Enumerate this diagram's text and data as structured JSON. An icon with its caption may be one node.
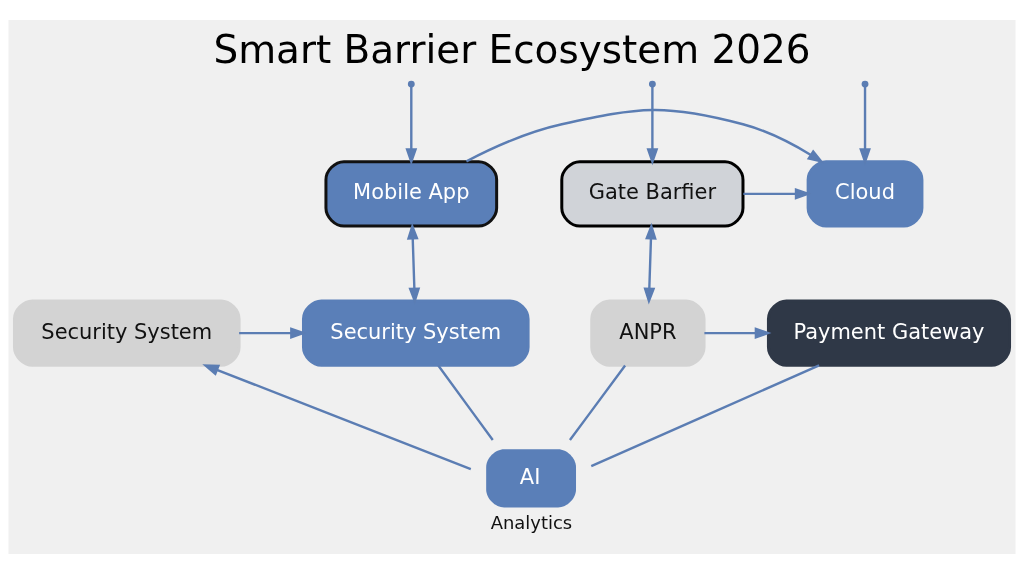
{
  "diagram": {
    "title": "Smart Barrier Ecosystem 2026",
    "nodes": [
      {
        "text": [
          "Gate Barfier"
        ]
      },
      {
        "text": [
          "Cloud"
        ]
      },
      {
        "text": [
          "Mobile App"
        ]
      },
      {
        "text": [
          "ANPR"
        ]
      },
      {
        "text": [
          "Payment Gateway"
        ]
      },
      {
        "text": [
          "Security System"
        ]
      },
      {
        "text": [
          "Security System"
        ]
      },
      {
        "text": [
          "AI"
        ],
        "beside": [
          "Analytics"
        ]
      }
    ],
    "edges": [
      {
        "from": null,
        "to": 0,
        "arrow": "to"
      },
      {
        "from": null,
        "to": 1,
        "arrow": "to"
      },
      {
        "from": null,
        "to": 2,
        "arrow": "to"
      },
      {
        "from": 0,
        "to": 1,
        "arrow": "to"
      },
      {
        "from": 2,
        "to": 1,
        "arrow": "to"
      },
      {
        "from": 3,
        "to": 0,
        "arrow": "both"
      },
      {
        "from": 2,
        "to": 6,
        "arrow": "both"
      },
      {
        "from": 3,
        "to": 4,
        "arrow": "to"
      },
      {
        "from": 4,
        "to": 7,
        "arrow": "none"
      },
      {
        "from": 7,
        "to": 5,
        "arrow": "to"
      },
      {
        "from": 5,
        "to": 6,
        "arrow": "to"
      },
      {
        "from": 3,
        "to": 7,
        "arrow": "none"
      },
      {
        "from": 7,
        "to": 6,
        "arrow": "none"
      }
    ]
  }
}
